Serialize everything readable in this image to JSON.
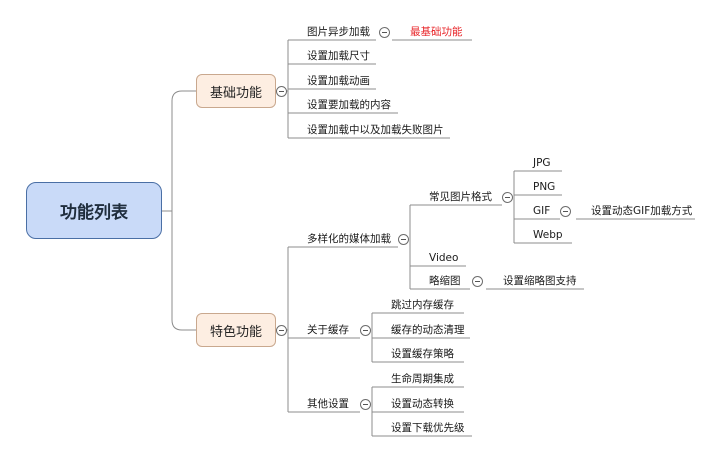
{
  "root": "功能列表",
  "basic": {
    "label": "基础功能",
    "items": [
      "图片异步加载",
      "设置加载尺寸",
      "设置加载动画",
      "设置要加载的内容",
      "设置加载中以及加载失败图片"
    ],
    "note": "最基础功能"
  },
  "special": {
    "label": "特色功能",
    "media": {
      "label": "多样化的媒体加载",
      "formats": {
        "label": "常见图片格式",
        "items": [
          "JPG",
          "PNG",
          "GIF",
          "Webp"
        ],
        "gif_note": "设置动态GIF加载方式"
      },
      "video": "Video",
      "thumbnail": {
        "label": "略缩图",
        "note": "设置缩略图支持"
      }
    },
    "cache": {
      "label": "关于缓存",
      "items": [
        "跳过内存缓存",
        "缓存的动态清理",
        "设置缓存策略"
      ]
    },
    "other": {
      "label": "其他设置",
      "items": [
        "生命周期集成",
        "设置动态转换",
        "设置下载优先级"
      ]
    }
  },
  "colors": {
    "root_fill": "#c9daf8",
    "main_fill": "#fdeee2",
    "note_text": "#e8262a",
    "lines": "#8c8c8c"
  }
}
